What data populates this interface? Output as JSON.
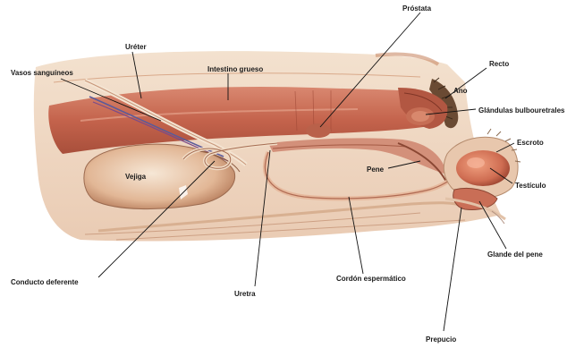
{
  "labels": {
    "prostata": "Próstata",
    "ureter": "Uréter",
    "vasos": "Vasos sanguíneos",
    "intestino": "Intestino grueso",
    "recto": "Recto",
    "ano": "Ano",
    "glandulas": "Glándulas bulbouretrales",
    "escroto": "Escroto",
    "pene": "Pene",
    "testiculo": "Testículo",
    "vejiga": "Vejiga",
    "glande": "Glande del pene",
    "conducto": "Conducto deferente",
    "uretra": "Uretra",
    "cordon": "Cordón espermático",
    "prepucio": "Prepucio"
  },
  "colors": {
    "muscle": "#c9705a",
    "muscle_dark": "#a24a37",
    "tissue": "#e9c3a9",
    "pale": "#f3e3d0",
    "hair": "#6a4a33",
    "vessel": "#5a5a9a",
    "lead": "#111111"
  }
}
